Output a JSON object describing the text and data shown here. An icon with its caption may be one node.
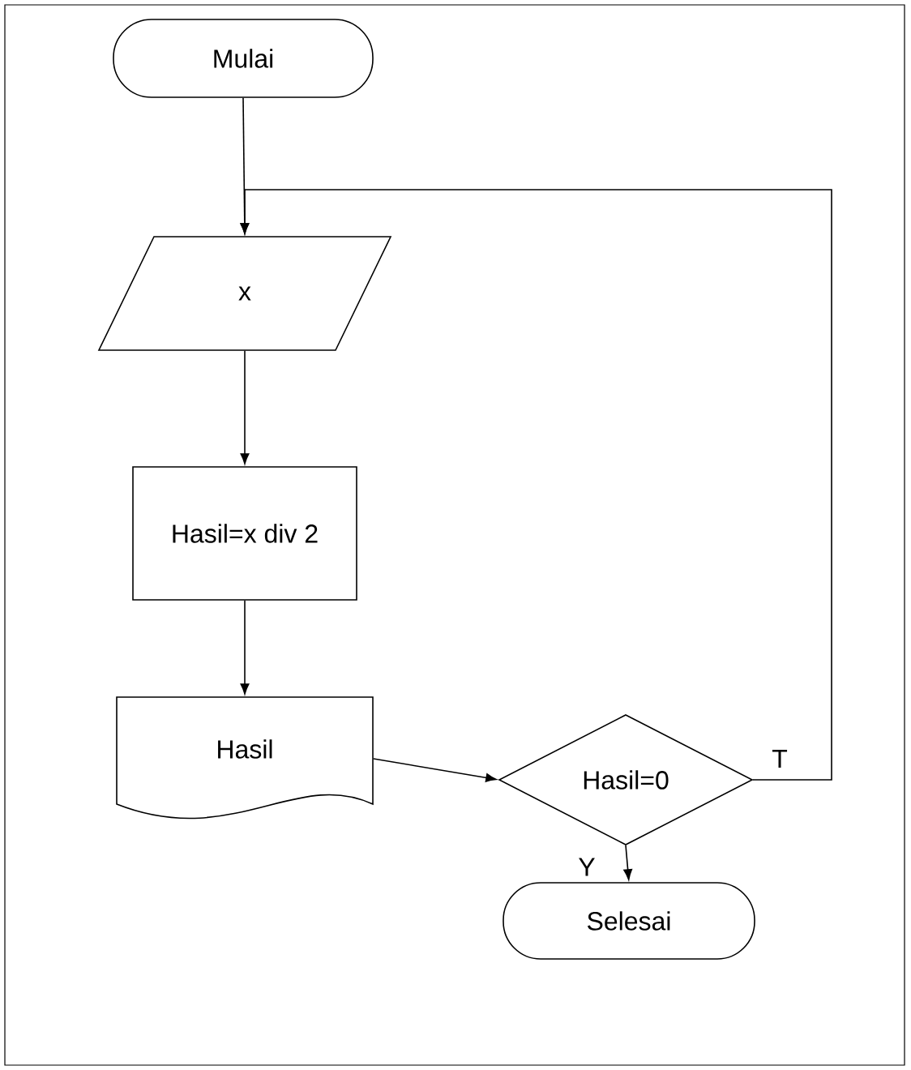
{
  "diagram": {
    "nodes": [
      {
        "text": [
          "Mulai"
        ]
      },
      {
        "text": [
          "x"
        ]
      },
      {
        "text": [
          "Hasil=x div 2"
        ]
      },
      {
        "text": [
          "Hasil"
        ]
      },
      {
        "text": [
          "Hasil=0"
        ]
      },
      {
        "text": [
          "Selesai"
        ]
      }
    ],
    "edges": [
      {
        "from": 0,
        "to": 1,
        "arrow": "to"
      },
      {
        "from": 1,
        "to": 2,
        "arrow": "to"
      },
      {
        "from": 2,
        "to": 3,
        "arrow": "to"
      },
      {
        "from": 3,
        "to": 4,
        "arrow": "to"
      },
      {
        "from": 4,
        "to": 5,
        "arrow": "to",
        "label": "Y"
      },
      {
        "from": 4,
        "to": 1,
        "arrow": "to",
        "label": "T"
      }
    ]
  }
}
